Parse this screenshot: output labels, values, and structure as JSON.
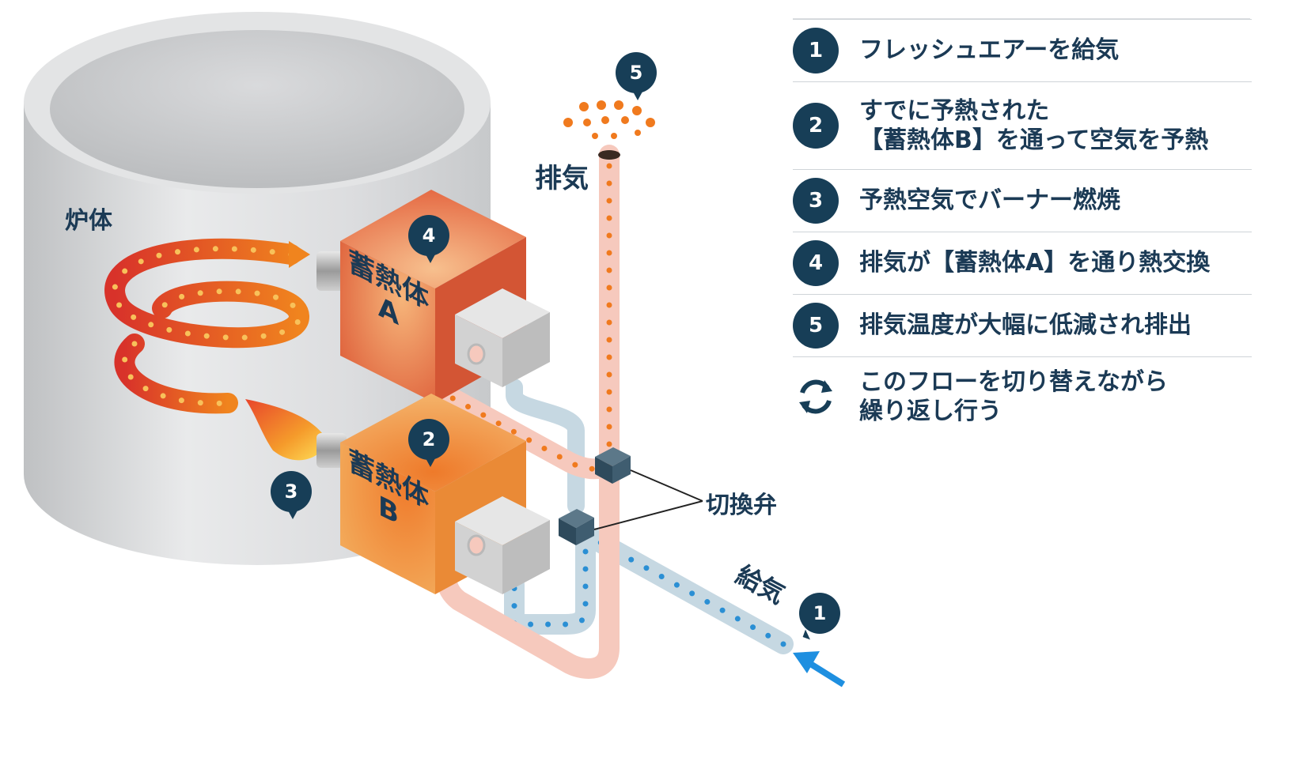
{
  "labels": {
    "furnace": "炉体",
    "exhaust": "排気",
    "supply": "給気",
    "valve": "切換弁",
    "regenerator_a_line1": "蓄熱体",
    "regenerator_a_line2": "A",
    "regenerator_b_line1": "蓄熱体",
    "regenerator_b_line2": "B"
  },
  "badges": {
    "supply": "1",
    "regenerator_b": "2",
    "burner": "3",
    "regenerator_a": "4",
    "stack": "5"
  },
  "legend": [
    {
      "num": "1",
      "lines": [
        "フレッシュエアーを給気"
      ]
    },
    {
      "num": "2",
      "lines": [
        "すでに予熱された",
        "【蓄熱体B】を通って空気を予熱"
      ]
    },
    {
      "num": "3",
      "lines": [
        "予熱空気でバーナー燃焼"
      ]
    },
    {
      "num": "4",
      "lines": [
        "排気が【蓄熱体A】を通り熱交換"
      ]
    },
    {
      "num": "5",
      "lines": [
        "排気温度が大幅に低減され排出"
      ]
    },
    {
      "icon": "cycle-arrows-icon",
      "lines": [
        "このフローを切り替えながら",
        "繰り返し行う"
      ]
    }
  ],
  "colors": {
    "navy": "#173e57",
    "exhaust_pipe": "#f6c9bd",
    "supply_pipe": "#c6d8e2",
    "hot_dot": "#f07a1e",
    "cool_dot": "#2a8fd4",
    "regenerator_a": "#e2643c",
    "regenerator_b": "#f19a44",
    "arrow_blue": "#1e8fe0"
  }
}
